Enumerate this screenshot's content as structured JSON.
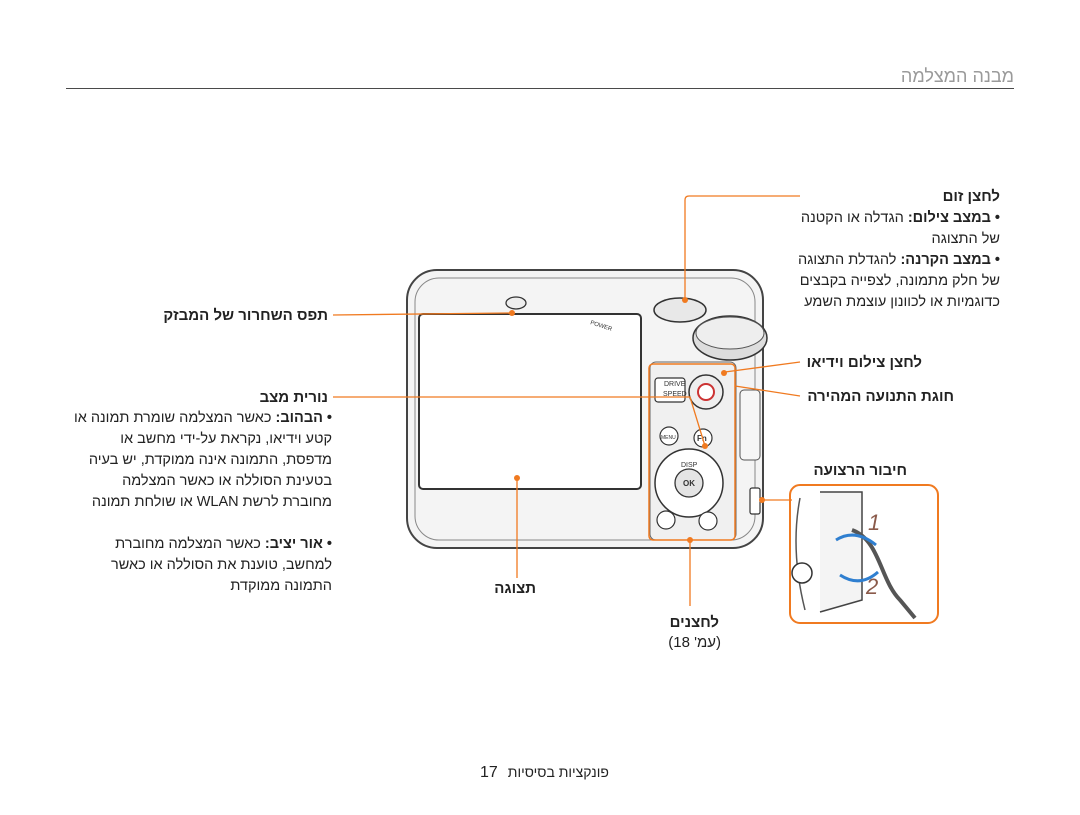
{
  "header": {
    "title": "מבנה המצלמה"
  },
  "zoom": {
    "title": "לחצן זום",
    "bullets": [
      {
        "term": "במצב צילום:",
        "text": "הגדלה או הקטנה של התצוגה"
      },
      {
        "term": "במצב הקרנה:",
        "text": "להגדלת התצוגה של חלק מתמונה, לצפייה בקבצים כדוגמיות או לכוונון עוצמת השמע"
      }
    ]
  },
  "labels": {
    "mic": "תפס השחרור של המבזק",
    "mode_indicator": "נורית מצב",
    "video_button": "לחצן צילום וידיאו",
    "mode_dial": "חוגת התנועה המהירה",
    "strap": "חיבור הרצועה",
    "display": "תצוגה",
    "buttons": "לחצנים",
    "buttons_page": "(עמ' 18)"
  },
  "mode_indicator": {
    "bullets": [
      {
        "term": "הבהוב:",
        "text": "כאשר המצלמה שומרת תמונה או קטע וידיאו, נקראת על-ידי מחשב או מדפסת, התמונה אינה ממוקדת, יש בעיה בטעינת הסוללה או כאשר המצלמה מחוברת לרשת WLAN או שולחת תמונה"
      },
      {
        "term": "אור יציב:",
        "text": "כאשר המצלמה מחוברת למחשב, טוענת את הסוללה או כאשר התמונה ממוקדת"
      }
    ]
  },
  "camera": {
    "power_text": "POWER",
    "drive_text": "DRIVE",
    "speed_text": "SPEED",
    "disp_text": "DISP",
    "ok_text": "OK",
    "fn_text": "Fn",
    "menu_text": "MENU"
  },
  "strap_steps": [
    "1",
    "2"
  ],
  "footer": {
    "text": "פונקציות בסיסיות",
    "page": "17"
  },
  "colors": {
    "accent": "#f07a20",
    "strap_blue": "#2f7fd0",
    "step_num": "#8a5a4a"
  }
}
